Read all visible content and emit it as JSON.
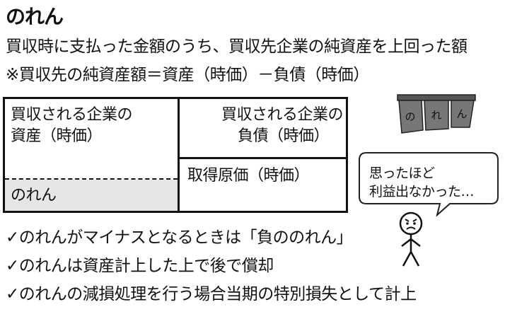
{
  "title": "のれん",
  "definition": "買収時に支払った金額のうち、買収先企業の純資産を上回った額",
  "note": "※買収先の純資産額＝資産（時価）－負債（時価）",
  "table": {
    "assets_line1": "買収される企業の",
    "assets_line2": "資産（時価）",
    "liabilities_line1": "買収される企業の",
    "liabilities_line2": "負債（時価）",
    "acquisition_cost": "取得原価（時価）",
    "goodwill": "のれん"
  },
  "curtain_text": [
    "の",
    "れ",
    "ん"
  ],
  "speech": {
    "line1": "思ったほど",
    "line2": "利益出なかった…"
  },
  "checks": [
    "✓のれんがマイナスとなるときは「負ののれん」",
    "✓のれんは資産計上した上で後で償却",
    "✓のれんの減損処理を行う場合当期の特別損失として計上"
  ]
}
